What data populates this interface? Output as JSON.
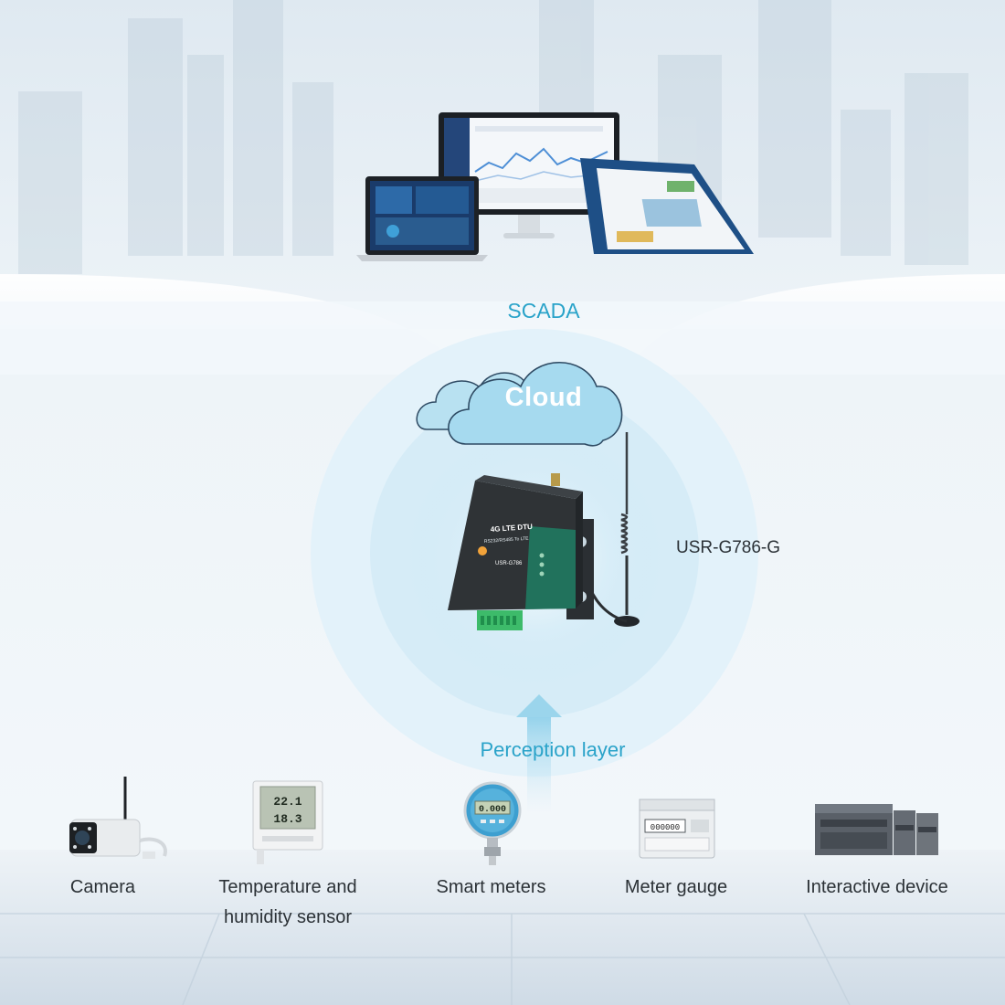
{
  "scada_label": "SCADA",
  "cloud_label": "Cloud",
  "device": {
    "model_label": "USR-G786-G",
    "case_title": "4G LTE DTU",
    "case_subtitle": "RS232/RS485 To LTE",
    "case_model": "USR-G786",
    "antenna_icon": "antenna-icon"
  },
  "perception_label": "Perception layer",
  "field_devices": [
    {
      "label": "Camera",
      "icon": "camera-icon"
    },
    {
      "label": "Temperature and humidity sensor",
      "icon": "thermo-hygrometer-icon",
      "lcd_top": "22.1",
      "lcd_bottom": "18.3"
    },
    {
      "label": "Smart meters",
      "icon": "pressure-gauge-icon",
      "lcd": "0.000"
    },
    {
      "label": "Meter gauge",
      "icon": "din-energy-meter-icon",
      "lcd": "000000"
    },
    {
      "label": "Interactive device",
      "icon": "plc-icon"
    }
  ],
  "colors": {
    "accent": "#2aa3c9",
    "label_text": "#2b3136",
    "cloud_fill": "#9fd6ec",
    "dtu_body": "#2f3336",
    "dtu_stripe": "#1f7e63"
  }
}
